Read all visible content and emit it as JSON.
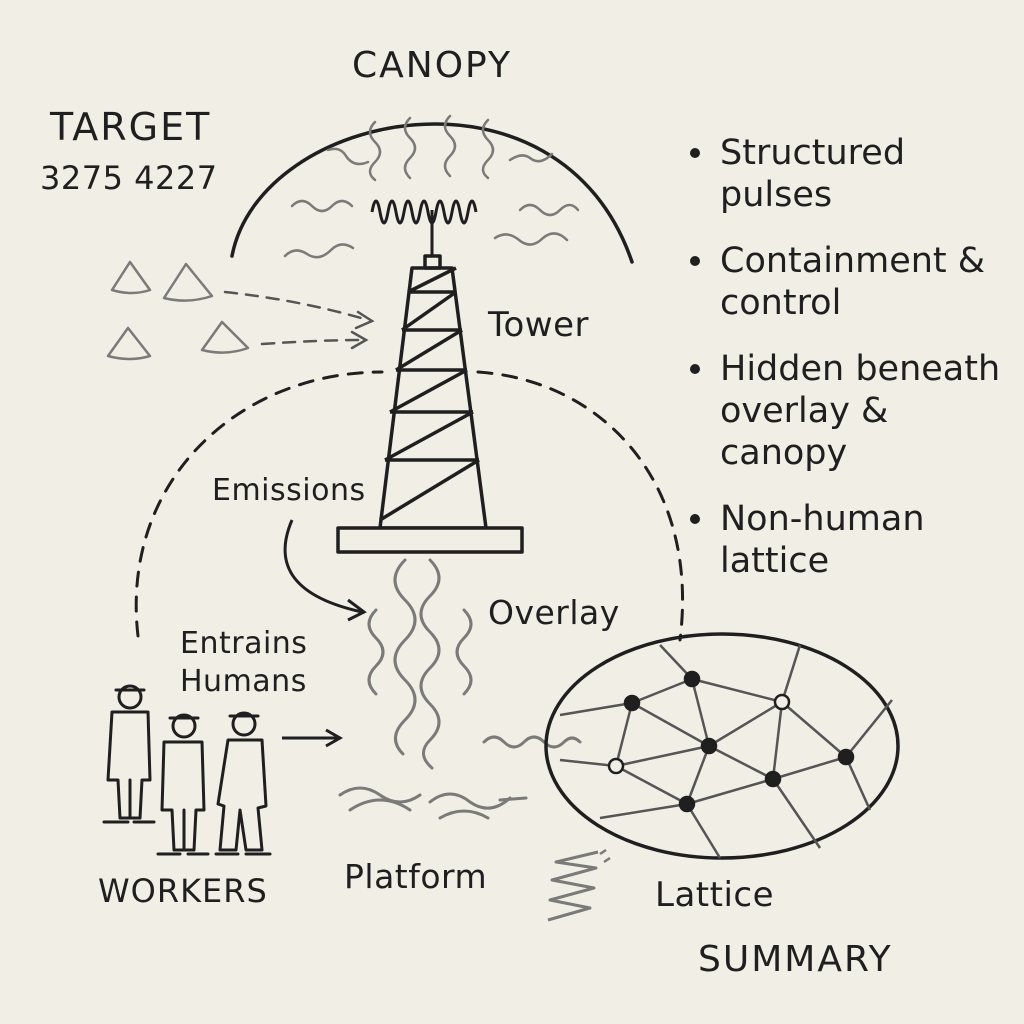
{
  "labels": {
    "canopy": "CANOPY",
    "target": "TARGET",
    "target_number": "3275 4227",
    "tower": "Tower",
    "emissions": "Emissions",
    "overlay": "Overlay",
    "entrains_line1": "Entrains",
    "entrains_line2": "Humans",
    "platform": "Platform",
    "workers": "WORKERS",
    "lattice": "Lattice",
    "summary": "SUMMARY"
  },
  "summary_points": [
    "Structured pulses",
    "Containment & control",
    "Hidden beneath overlay & canopy",
    "Non-human lattice"
  ],
  "colors": {
    "ink": "#1f1f1f",
    "grey": "#7a7a78",
    "paper": "#f1eee6"
  }
}
